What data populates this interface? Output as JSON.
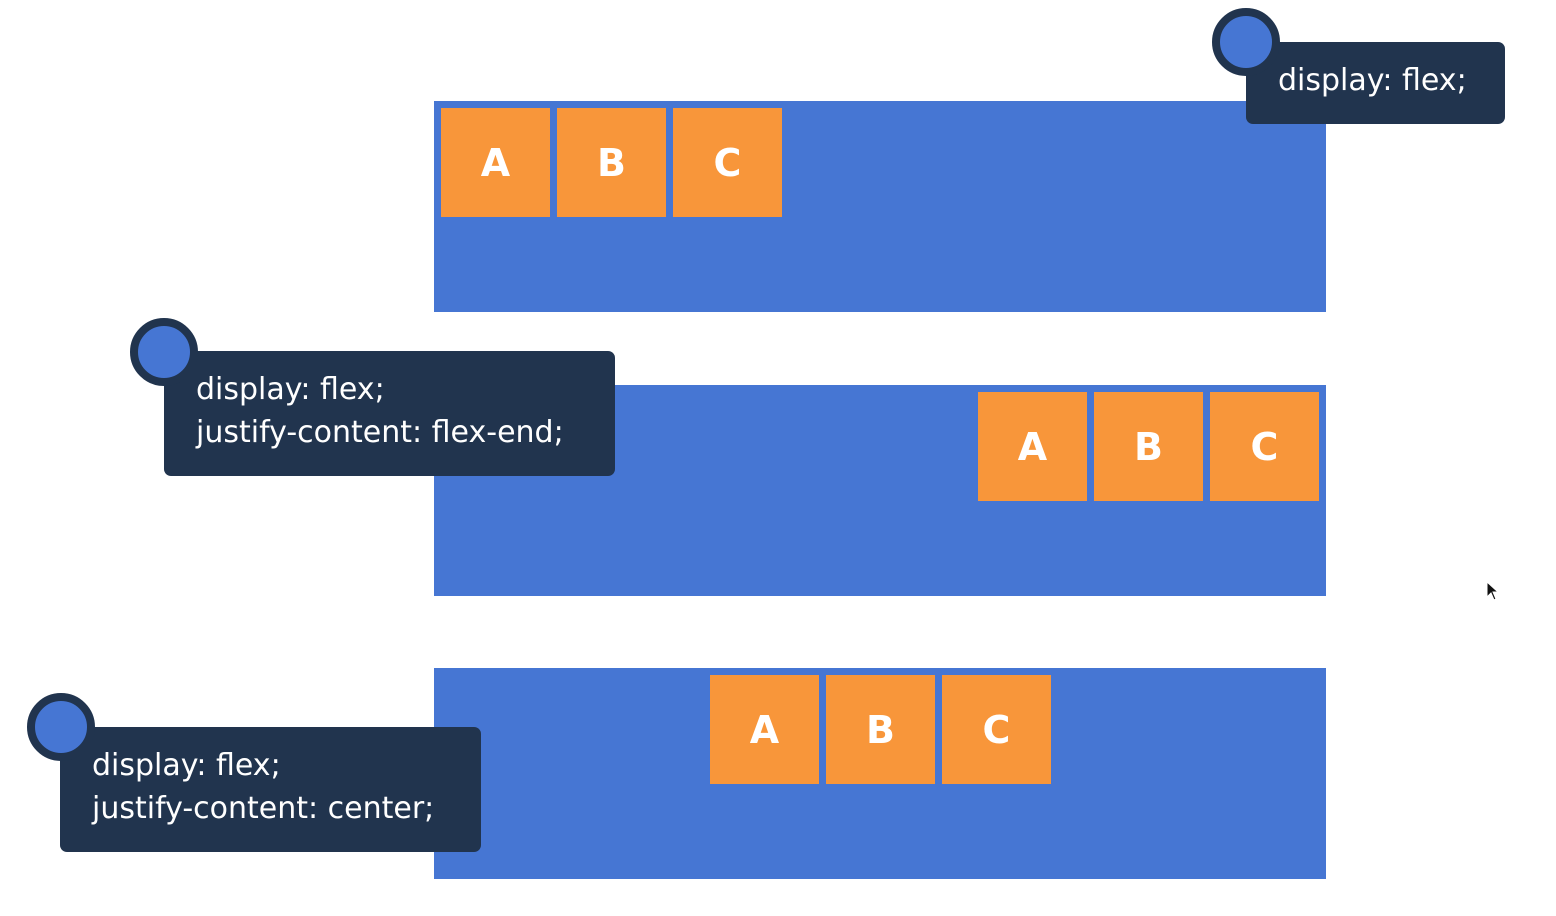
{
  "diagrams": [
    {
      "id": "default",
      "items": [
        "A",
        "B",
        "C"
      ],
      "callout_lines": [
        "display: flex;"
      ]
    },
    {
      "id": "flex-end",
      "items": [
        "A",
        "B",
        "C"
      ],
      "callout_lines": [
        "display: flex;",
        "justify-content: flex-end;"
      ]
    },
    {
      "id": "center",
      "items": [
        "A",
        "B",
        "C"
      ],
      "callout_lines": [
        "display: flex;",
        "justify-content: center;"
      ]
    }
  ],
  "colors": {
    "container": "#4676d3",
    "item": "#f8963a",
    "item_text": "#ffffff",
    "callout": "#21344e",
    "callout_text": "#ffffff",
    "background": "#ffffff"
  }
}
